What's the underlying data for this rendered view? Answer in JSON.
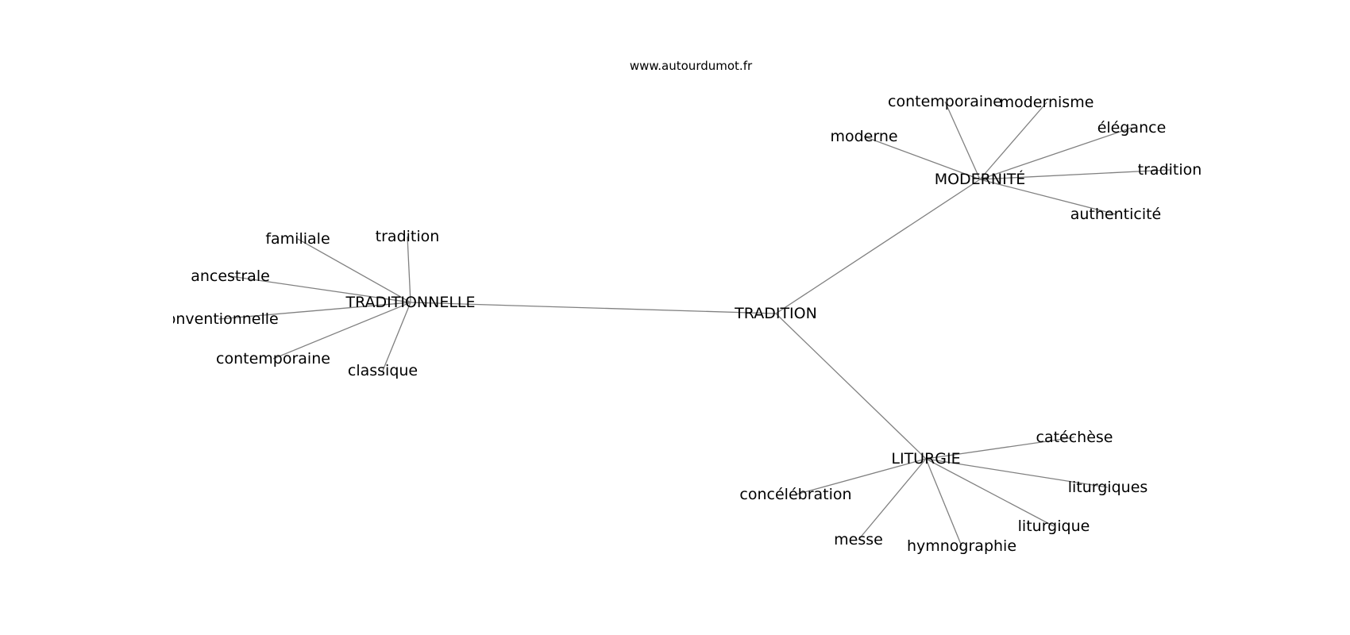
{
  "site": "www.autourdumot.fr",
  "graph": {
    "center": "TRADITION",
    "clusters": [
      {
        "hub": "TRADITIONNELLE",
        "leaves": [
          "familiale",
          "tradition",
          "ancestrale",
          "conventionnelle",
          "contemporaine",
          "classique"
        ]
      },
      {
        "hub": "MODERNITÉ",
        "leaves": [
          "contemporaine",
          "modernisme",
          "élégance",
          "moderne",
          "tradition",
          "authenticité"
        ]
      },
      {
        "hub": "LITURGIE",
        "leaves": [
          "catéchèse",
          "liturgiques",
          "concélébration",
          "liturgique",
          "messe",
          "hymnographie"
        ]
      }
    ]
  }
}
